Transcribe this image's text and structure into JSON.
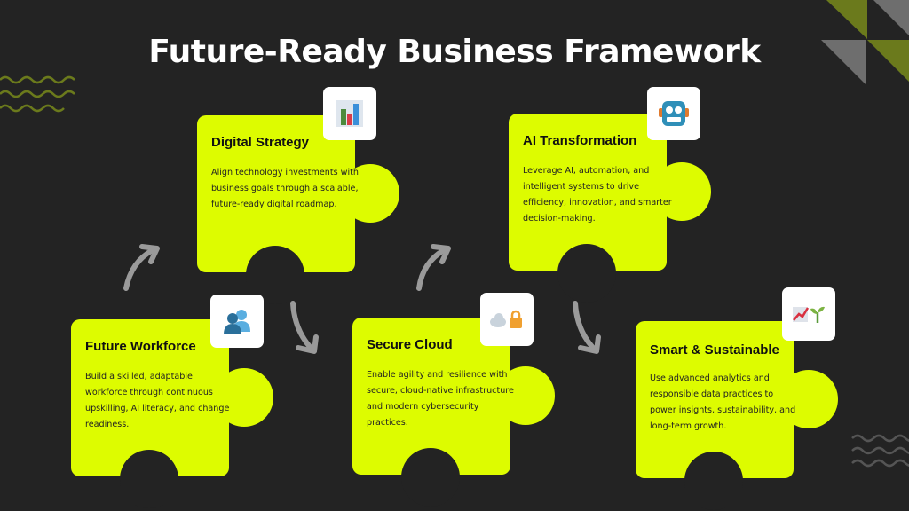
{
  "title": "Future-Ready Business Framework",
  "cards": [
    {
      "title": "Digital Strategy",
      "text": "Align technology investments with business goals through a scalable, future-ready digital roadmap.",
      "icon": "bar-chart-icon"
    },
    {
      "title": "AI Transformation",
      "text": "Leverage AI, automation, and intelligent systems to drive efficiency, innovation, and smarter decision-making.",
      "icon": "robot-icon"
    },
    {
      "title": "Future Workforce",
      "text": "Build a skilled, adaptable workforce through continuous upskilling, AI literacy, and change readiness.",
      "icon": "people-icon"
    },
    {
      "title": "Secure Cloud",
      "text": "Enable agility and resilience with secure, cloud-native infrastructure and modern cybersecurity practices.",
      "icon": "cloud-lock-icon"
    },
    {
      "title": "Smart & Sustainable",
      "text": "Use advanced analytics and responsible data practices to power insights, sustainability, and long-term growth.",
      "icon": "growth-sprout-icon"
    }
  ],
  "colors": {
    "background": "#232323",
    "accent": "#ddfc00",
    "olive": "#6b7a1c",
    "gray": "#6e6e6e"
  }
}
